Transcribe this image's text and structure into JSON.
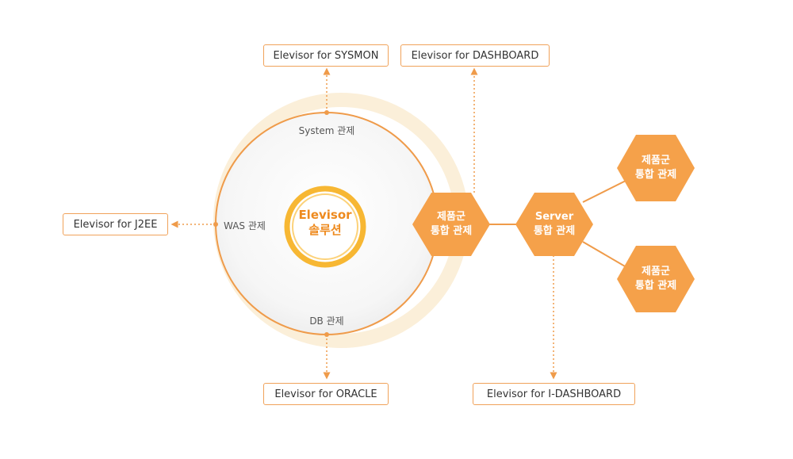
{
  "colors": {
    "accent": "#f5a14a",
    "accent_dark": "#ee8a1e",
    "halo": "#fbefd9",
    "circle_stroke": "#ef9b4a"
  },
  "center": {
    "line1": "Elevisor",
    "line2": "솔루션"
  },
  "circle_labels": {
    "system": "System 관제",
    "was": "WAS 관제",
    "db": "DB 관제"
  },
  "boxes": {
    "sysmon": "Elevisor for SYSMON",
    "dashboard": "Elevisor for DASHBOARD",
    "j2ee": "Elevisor for J2EE",
    "oracle": "Elevisor for ORACLE",
    "idashboard": "Elevisor for I-DASHBOARD"
  },
  "hexagons": {
    "main": {
      "line1": "제품군",
      "line2": "통합 관제"
    },
    "server": {
      "line1": "Server",
      "line2": "통합 관제"
    },
    "top": {
      "line1": "제품군",
      "line2": "통합 관제"
    },
    "bottom": {
      "line1": "제품군",
      "line2": "통합 관제"
    }
  }
}
